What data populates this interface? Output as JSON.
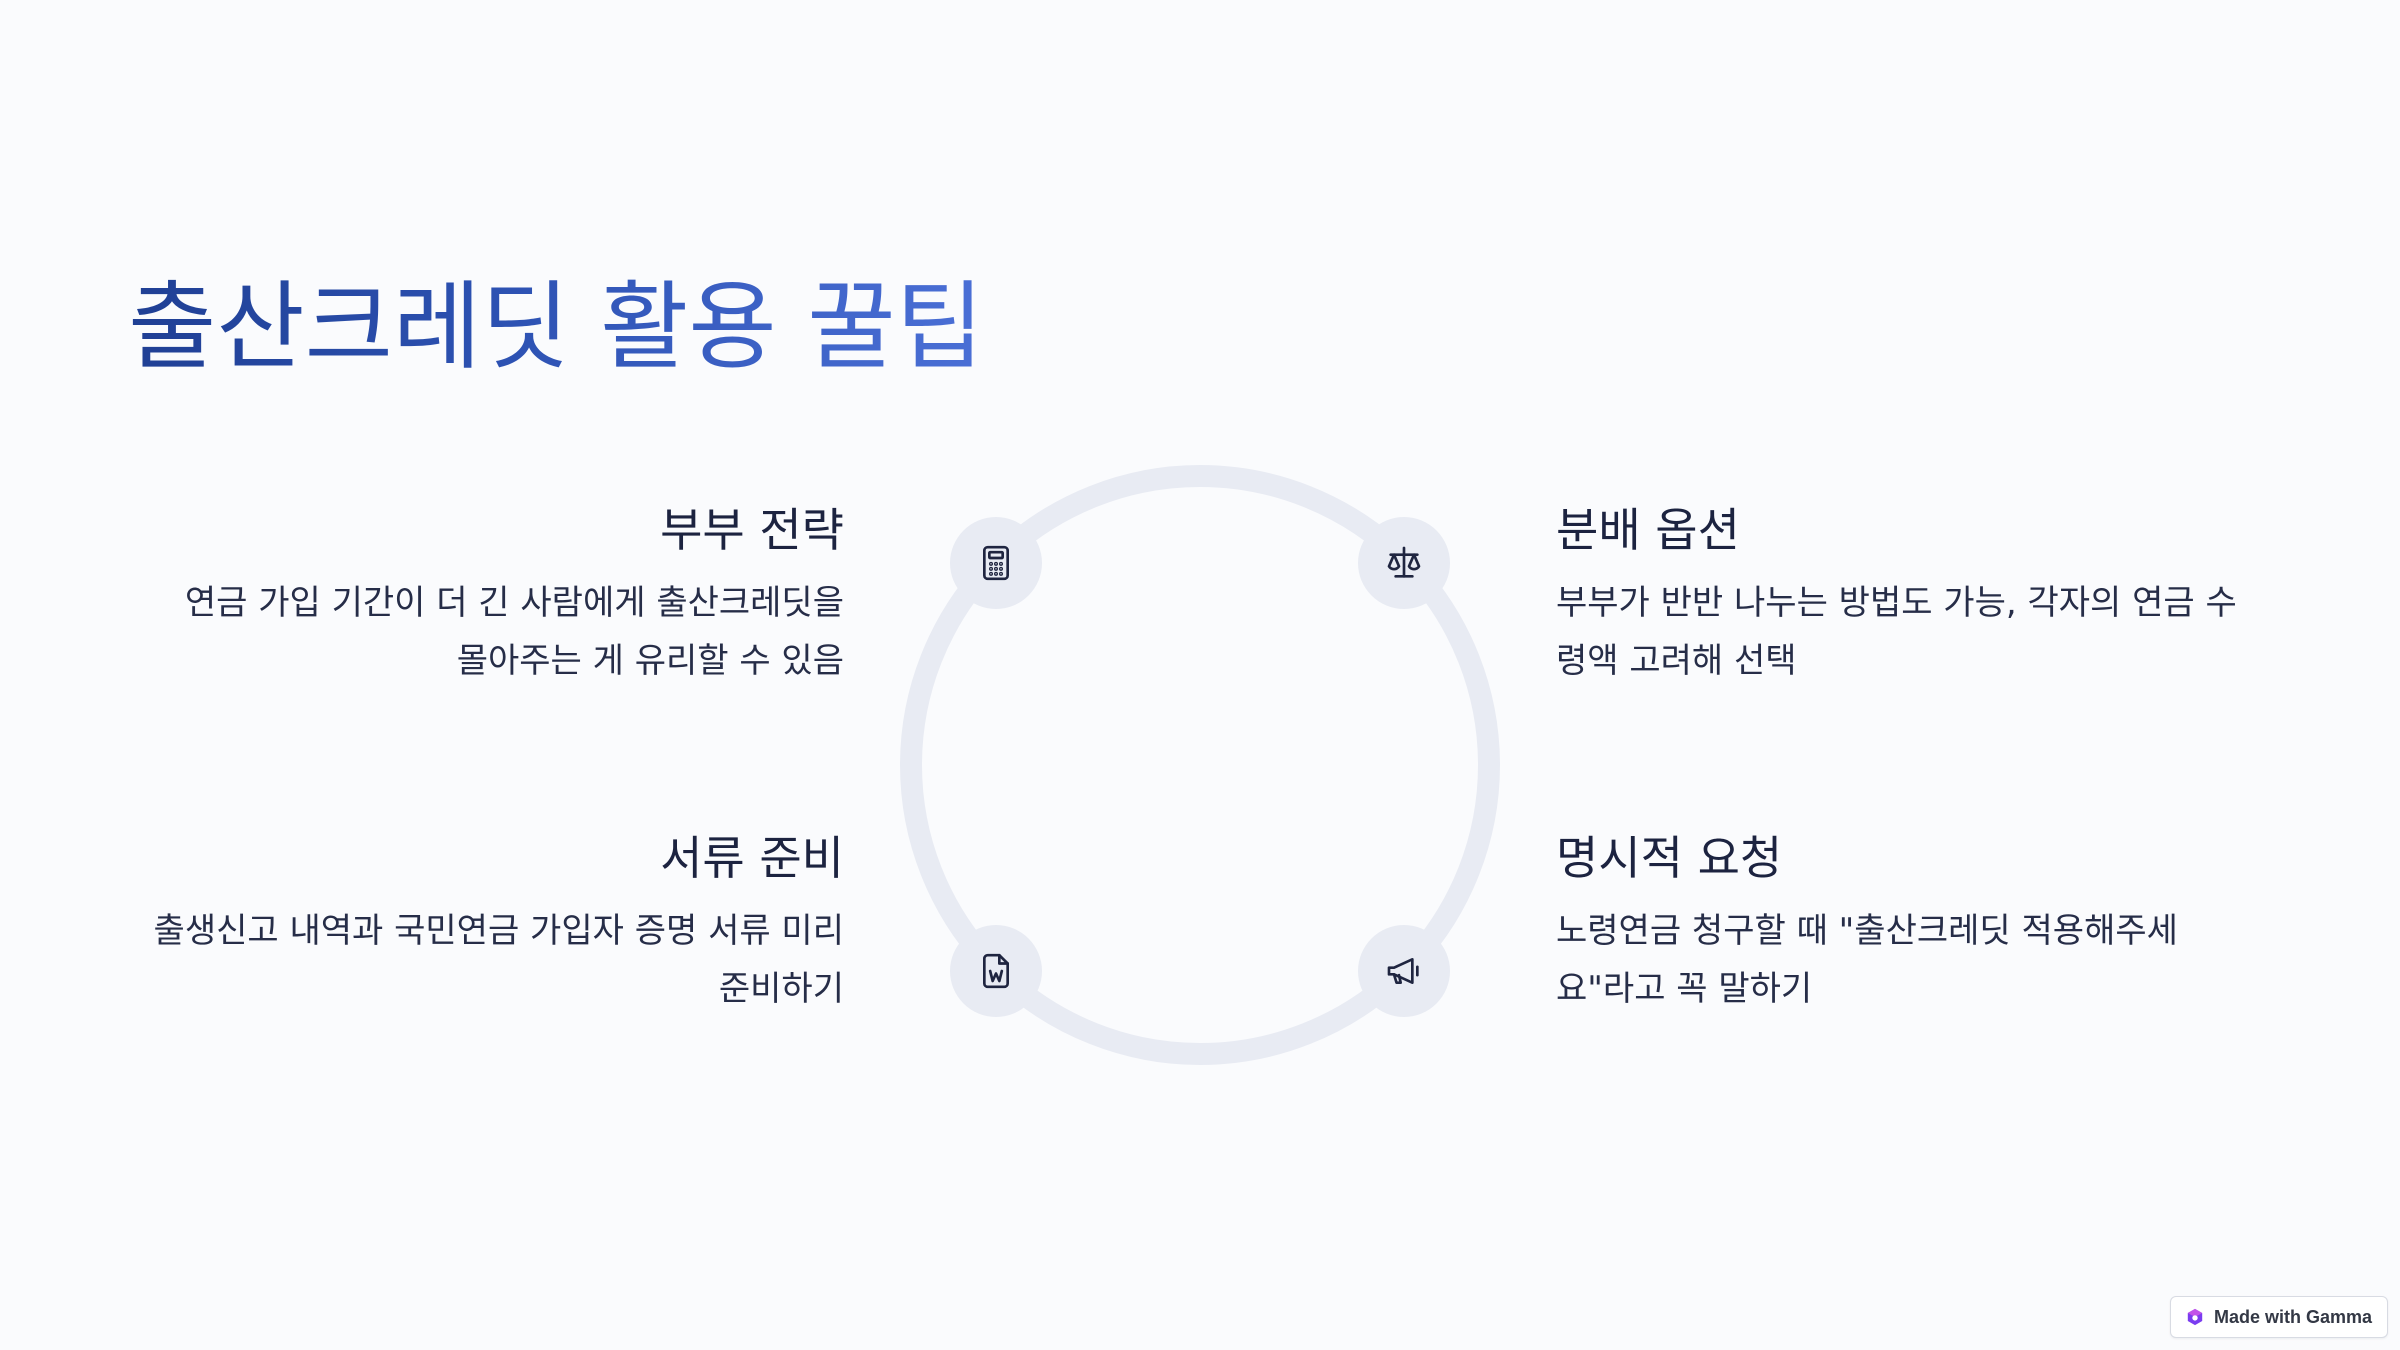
{
  "title": "출산크레딧 활용 꿀팁",
  "cards": [
    {
      "heading": "부부 전략",
      "lines": [
        "연금 가입 기간이 더 긴 사람에게 출산크레딧을",
        "몰아주는 게 유리할 수 있음"
      ],
      "icon": "calculator-icon"
    },
    {
      "heading": "분배 옵션",
      "lines": [
        "부부가 반반 나누는 방법도 가능, 각자의 연금 수",
        "령액 고려해 선택"
      ],
      "icon": "scale-icon"
    },
    {
      "heading": "서류 준비",
      "lines": [
        "출생신고 내역과 국민연금 가입자 증명 서류 미리",
        "준비하기"
      ],
      "icon": "word-document-icon"
    },
    {
      "heading": "명시적 요청",
      "lines": [
        "노령연금 청구할 때 \"출산크레딧 적용해주세",
        "요\"라고 꼭 말하기"
      ],
      "icon": "megaphone-icon"
    }
  ],
  "badge": {
    "label": "Made with Gamma",
    "icon": "gamma-logo-icon"
  },
  "colors": {
    "background": "#fafbfd",
    "title_gradient_start": "#1f3f94",
    "title_gradient_end": "#4a6fd6",
    "ring": "#e8ebf3",
    "text": "#1c2340",
    "icon_stroke": "#1f2540"
  }
}
